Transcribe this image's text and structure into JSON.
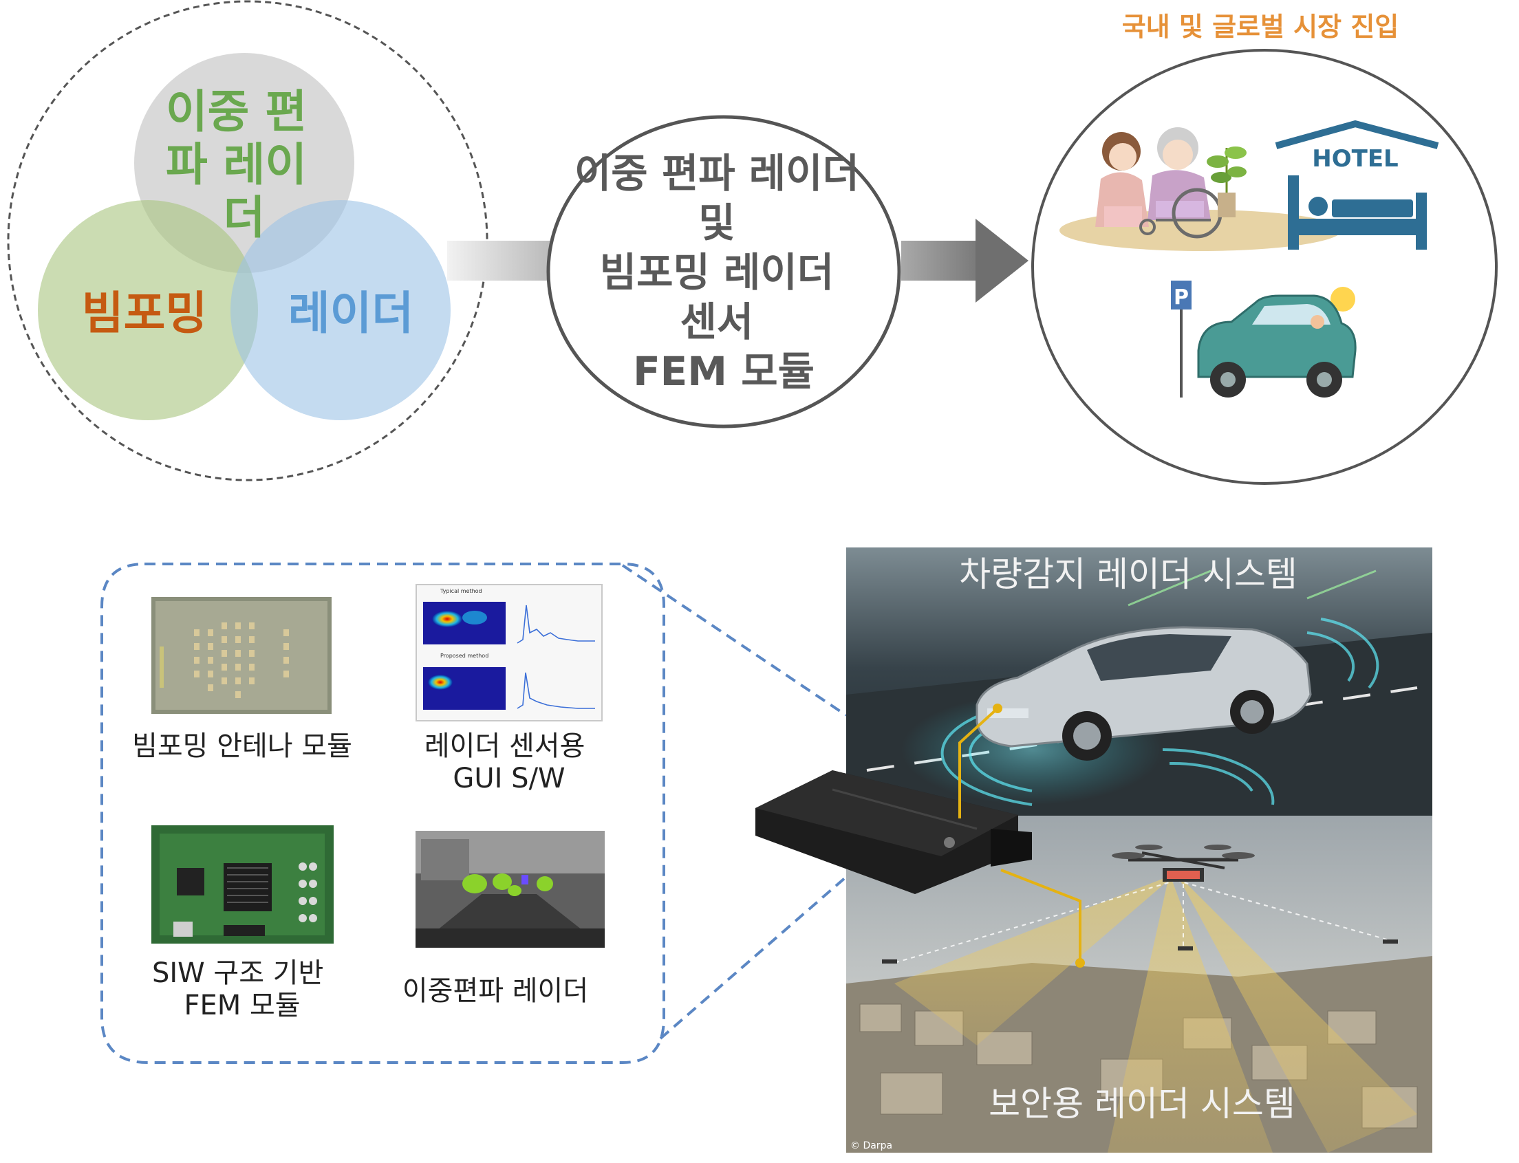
{
  "venn": {
    "top_label": "이중 편파 레이더",
    "left_label": "빔포밍",
    "right_label": "레이더",
    "colors": {
      "top": "#6aa84f",
      "left": "#c55a11",
      "right": "#5b9bd5"
    }
  },
  "product": {
    "lines": [
      "이중 편파 레이더",
      "및",
      "빔포밍 레이더",
      "센서",
      "FEM 모듈"
    ]
  },
  "market": {
    "title": "국내 및 글로벌 시장 진입",
    "hotel_label": "HOTEL",
    "parking_label": "P",
    "icons": [
      "elderly-care-icon",
      "hotel-bed-icon",
      "parking-car-icon"
    ]
  },
  "modules": [
    {
      "caption": "빔포밍 안테나 모듈",
      "icon": "antenna-board-icon"
    },
    {
      "caption": "레이더 센서용\nGUI S/W",
      "icon": "radar-gui-icon",
      "gui_titles": [
        "Typical method",
        "Proposed method"
      ]
    },
    {
      "caption": "SIW 구조 기반\nFEM 모듈",
      "icon": "fem-board-icon"
    },
    {
      "caption": "이중편파 레이더",
      "icon": "dual-pol-radar-view-icon"
    }
  ],
  "systems": {
    "vehicle_title": "차량감지 레이더 시스템",
    "security_title": "보안용 레이더 시스템",
    "credit": "© Darpa"
  }
}
